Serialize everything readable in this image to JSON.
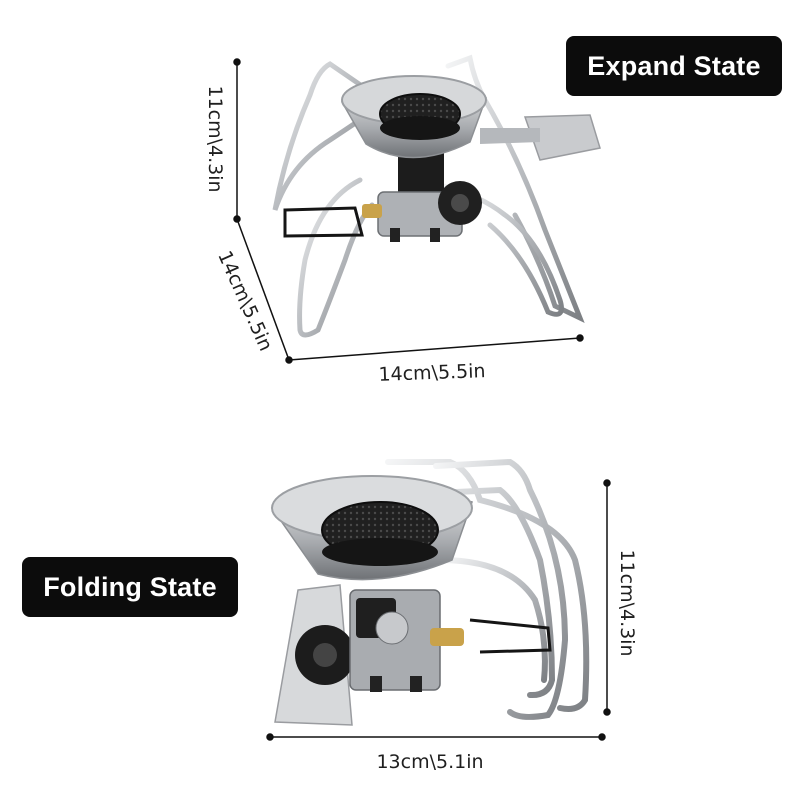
{
  "labels": {
    "expand_state": "Expand State",
    "folding_state": "Folding State"
  },
  "dimensions": {
    "expanded": {
      "height": "11cm\\4.3in",
      "depth": "14cm\\5.5in",
      "width": "14cm\\5.5in"
    },
    "folded": {
      "height": "11cm\\4.3in",
      "width": "13cm\\5.1in"
    }
  },
  "colors": {
    "pill_background": "#0c0c0c",
    "pill_text": "#ffffff",
    "dimension_line": "#111111",
    "steel": "#b9bcc0",
    "burner": "#1e1e1e",
    "brass": "#c9a24a"
  }
}
